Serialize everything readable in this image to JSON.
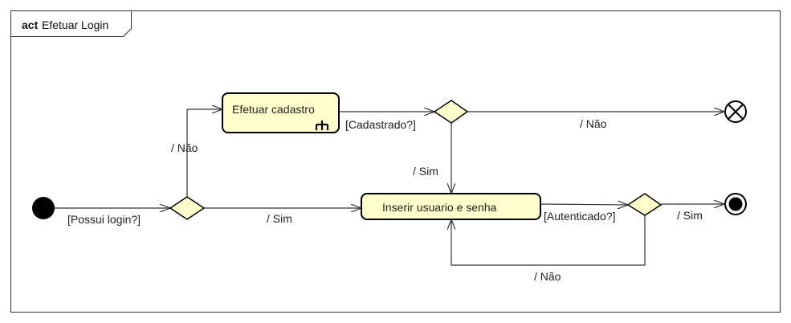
{
  "frame": {
    "keyword": "act",
    "name": "Efetuar Login"
  },
  "nodes": {
    "efetuar_cadastro": {
      "label": "Efetuar cadastro",
      "icon": "rake-subactivity-icon"
    },
    "inserir_usuario": {
      "label": "Inserir usuario e senha"
    }
  },
  "edge_labels": {
    "possui_login": "[Possui login?]",
    "nao_to_cadastro": "/ Não",
    "sim_to_inserir": "/ Sim",
    "cadastrado": "[Cadastrado?]",
    "nao_to_flow_final": "/ Não",
    "sim_cadastrado": "/ Sim",
    "autenticado": "[Autenticado?]",
    "sim_to_final": "/ Sim",
    "nao_loop": "/ Não"
  },
  "colors": {
    "action_fill": "#ffffcc",
    "decision_fill": "#ffffcc",
    "stroke": "#333333",
    "node_stroke": "#000000"
  }
}
